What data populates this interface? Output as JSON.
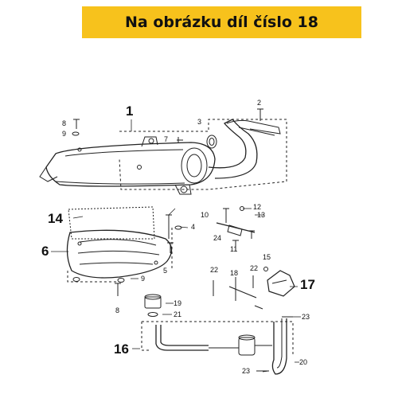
{
  "banner": {
    "text": "Na obrázku díl číslo 18",
    "color": "#f7c21c"
  },
  "labels": {
    "n1": "1",
    "n2": "2",
    "n3": "3",
    "n4": "4",
    "n5": "5",
    "n6": "6",
    "n7": "7",
    "n8a": "8",
    "n8b": "8",
    "n9a": "9",
    "n9b": "9",
    "n10": "10",
    "n11": "11",
    "n12": "12",
    "n13": "13",
    "n14": "14",
    "n15": "15",
    "n16": "16",
    "n17": "17",
    "n18": "18",
    "n19": "19",
    "n20": "20",
    "n21": "21",
    "n22a": "22",
    "n22b": "22",
    "n23a": "23",
    "n23b": "23",
    "n24": "24"
  }
}
